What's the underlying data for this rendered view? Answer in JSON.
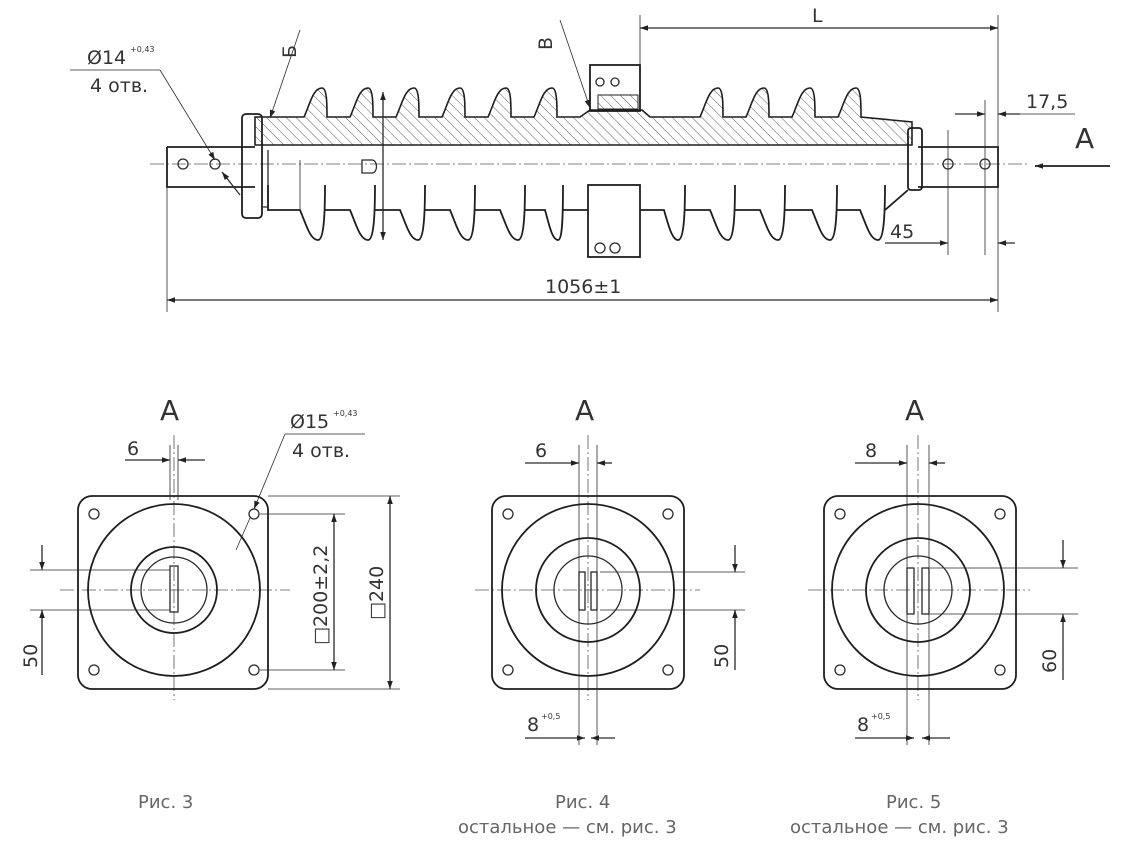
{
  "main_view": {
    "hole_diameter": "Ø14",
    "hole_tolerance": "+0,43",
    "hole_count": "4 отв.",
    "section_b": "Б",
    "section_v": "В",
    "length_symbol": "L",
    "dim_17_5": "17,5",
    "view_a": "А",
    "dim_45": "45",
    "overall_length": "1056±1"
  },
  "figures": [
    {
      "view_label": "А",
      "slot_width": "6",
      "hole_diameter": "Ø15",
      "hole_tolerance": "+0,43",
      "hole_count": "4 отв.",
      "bolt_square": "□200±2,2",
      "flange_square": "□240",
      "side_dim": "50",
      "caption": "Рис. 3",
      "note": ""
    },
    {
      "view_label": "А",
      "slot_width": "6",
      "side_dim": "50",
      "gap_dim": "8",
      "gap_tolerance": "+0,5",
      "caption": "Рис. 4",
      "note": "остальное — см. рис. 3"
    },
    {
      "view_label": "А",
      "slot_width": "8",
      "side_dim": "60",
      "gap_dim": "8",
      "gap_tolerance": "+0,5",
      "caption": "Рис. 5",
      "note": "остальное — см. рис. 3"
    }
  ]
}
